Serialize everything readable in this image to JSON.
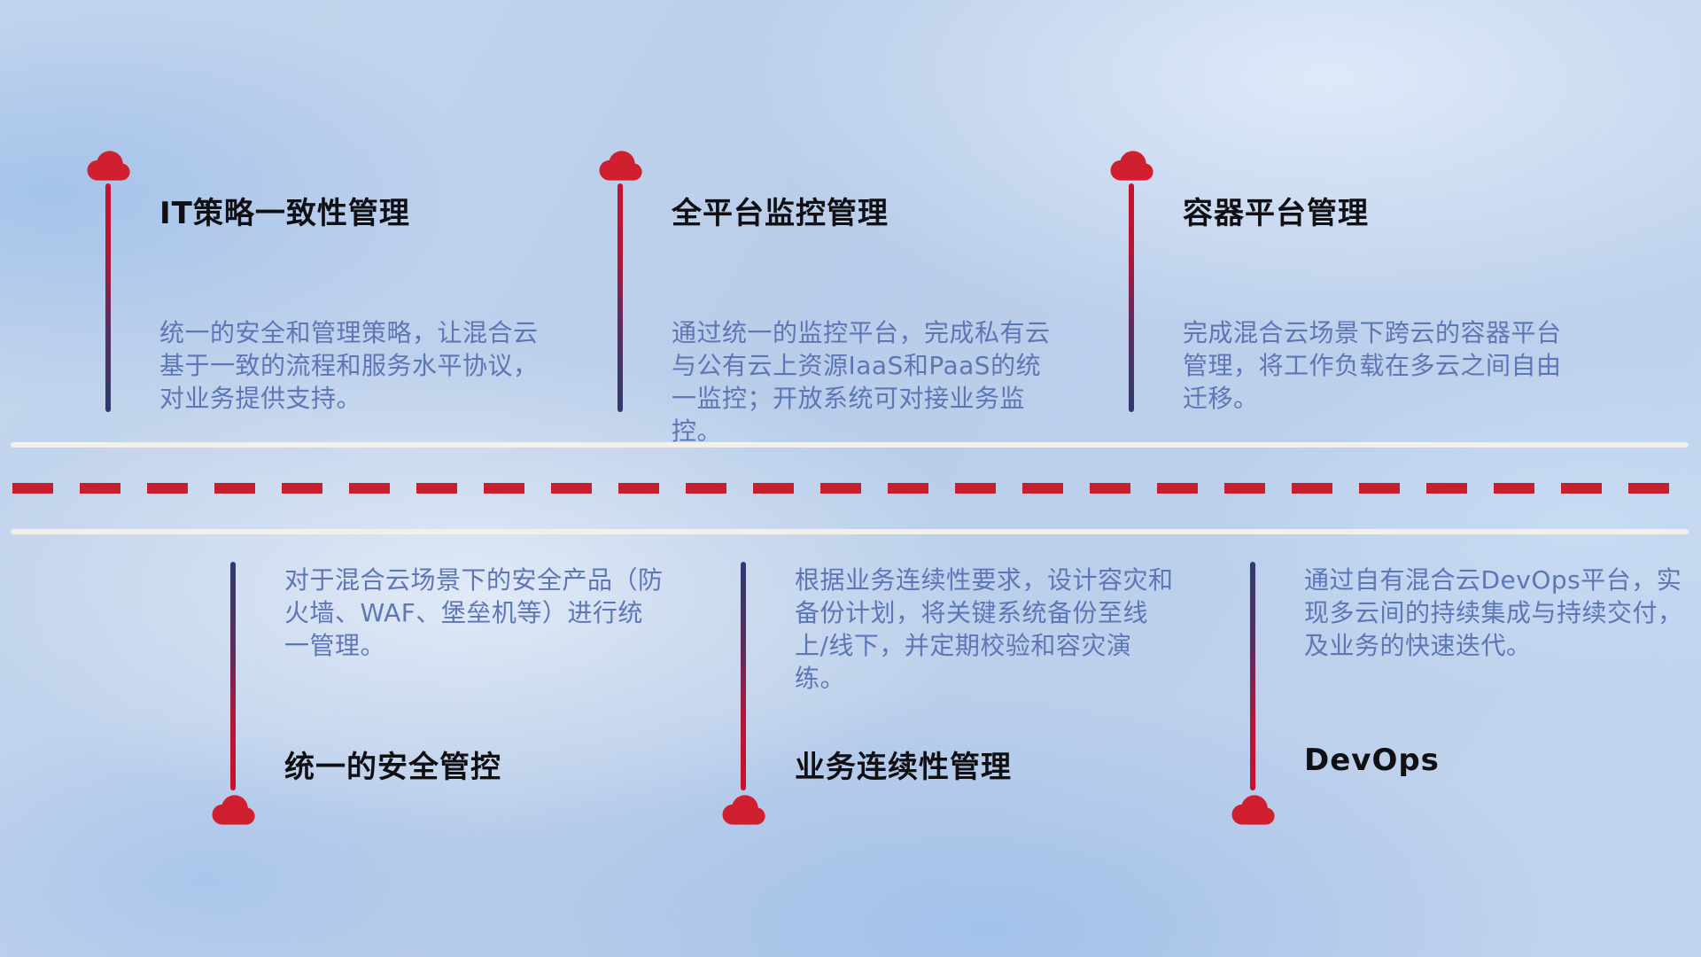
{
  "items": [
    {
      "title": "IT策略一致性管理",
      "desc": "统一的安全和管理策略，让混合云基于一致的流程和服务水平协议，对业务提供支持。"
    },
    {
      "title": "全平台监控管理",
      "desc": "通过统一的监控平台，完成私有云与公有云上资源IaaS和PaaS的统一监控；开放系统可对接业务监控。"
    },
    {
      "title": "容器平台管理",
      "desc": "完成混合云场景下跨云的容器平台管理，将工作负载在多云之间自由迁移。"
    },
    {
      "title": "统一的安全管控",
      "desc": "对于混合云场景下的安全产品（防火墙、WAF、堡垒机等）进行统一管理。"
    },
    {
      "title": "业务连续性管理",
      "desc": "根据业务连续性要求，设计容灾和备份计划，将关键系统备份至线上/线下，并定期校验和容灾演练。"
    },
    {
      "title": "DevOps",
      "desc": "通过自有混合云DevOps平台，实现多云间的持续集成与持续交付，及业务的快速迭代。"
    }
  ],
  "colors": {
    "cloud_icon": "#d01f2e",
    "dashed_line": "#c6202e",
    "divider_line": "#f3efe9",
    "title_text": "#101014",
    "description_text": "#5d76b5",
    "connector_red": "#c8112d",
    "connector_navy": "#2e3b6e"
  }
}
